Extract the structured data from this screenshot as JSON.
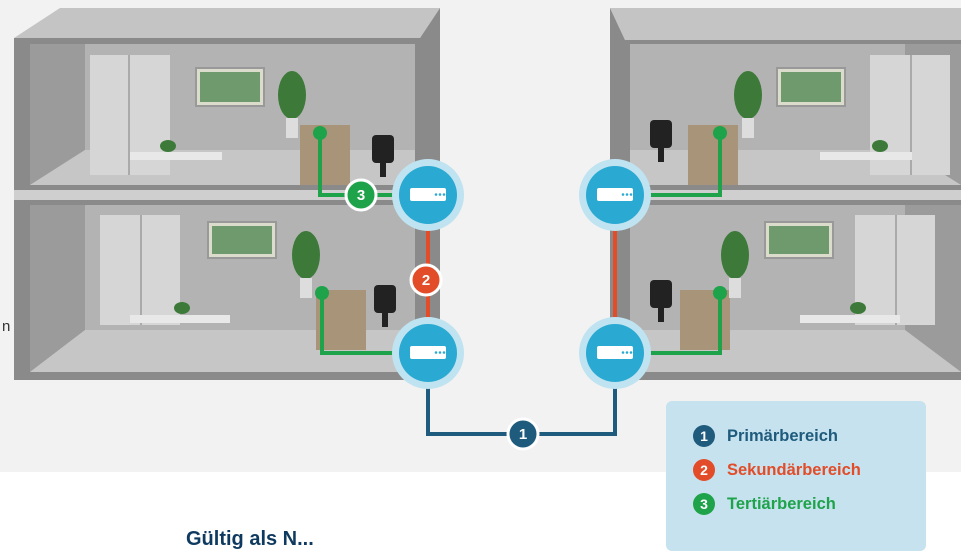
{
  "colors": {
    "primary": "#1e5b7c",
    "secondary": "#e24c29",
    "tertiary": "#1ea34a",
    "device": "#2aa9d2",
    "device_ring": "#bfe3f0",
    "legend_bg": "#c5e2ee"
  },
  "edge_text": "n",
  "badges": {
    "one": "1",
    "two": "2",
    "three": "3"
  },
  "legend": [
    {
      "number": "1",
      "label": "Primärbereich",
      "color": "#1e5b7c"
    },
    {
      "number": "2",
      "label": "Sekundärbereich",
      "color": "#e24c29"
    },
    {
      "number": "3",
      "label": "Tertiärbereich",
      "color": "#1ea34a"
    }
  ],
  "heading": "Gültig als N..."
}
